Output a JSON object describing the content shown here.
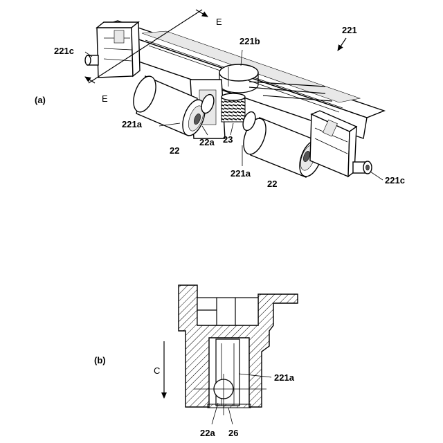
{
  "part_a": {
    "panel_label": "(a)",
    "ref_main": "221",
    "ref_221b": "221b",
    "ref_221c_left": "221c",
    "ref_221c_right": "221c",
    "ref_221a_left": "221a",
    "ref_221a_right": "221a",
    "ref_22_left": "22",
    "ref_22_right": "22",
    "ref_22a": "22a",
    "ref_23": "23",
    "section_top": "E",
    "section_bottom": "E"
  },
  "part_b": {
    "panel_label": "(b)",
    "direction": "C",
    "ref_221a": "221a",
    "ref_22a": "22a",
    "ref_26": "26"
  }
}
